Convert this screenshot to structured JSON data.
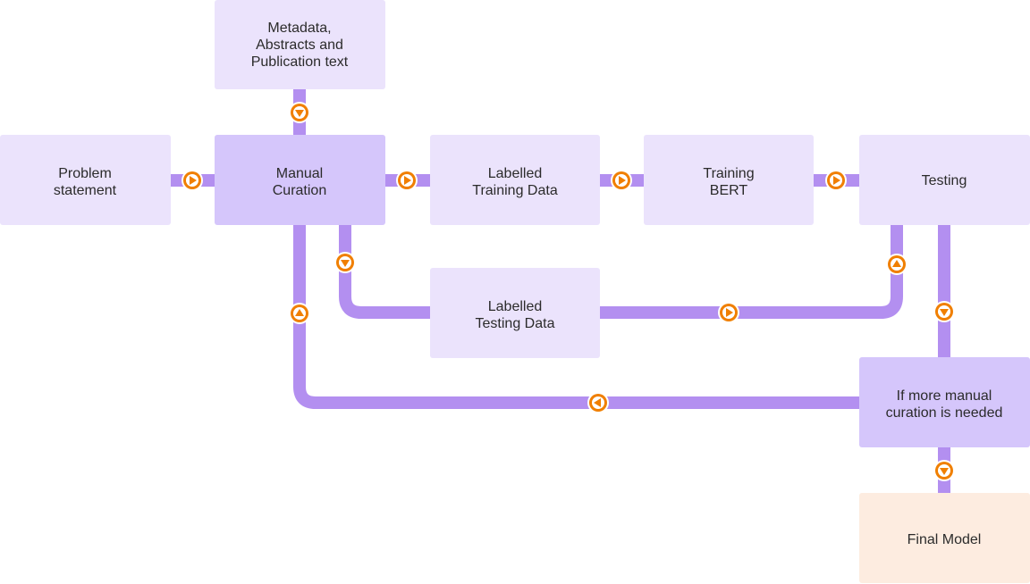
{
  "colors": {
    "connector": "#b38ff0",
    "box_light": "#ebe3fc",
    "box_medium": "#d5c6fb",
    "box_final": "#fdece0",
    "arrow_fill": "#f07f00",
    "arrow_ring": "#ffffff",
    "text": "#2b2b2b"
  },
  "nodes": {
    "metadata": {
      "lines": [
        "Metadata,",
        "Abstracts and",
        "Publication text"
      ]
    },
    "problem": {
      "lines": [
        "Problem",
        "statement"
      ]
    },
    "manual_curation": {
      "lines": [
        "Manual",
        "Curation"
      ]
    },
    "labelled_training": {
      "lines": [
        "Labelled",
        "Training Data"
      ]
    },
    "training_bert": {
      "lines": [
        "Training",
        "BERT"
      ]
    },
    "testing": {
      "lines": [
        "Testing"
      ]
    },
    "labelled_testing": {
      "lines": [
        "Labelled",
        "Testing Data"
      ]
    },
    "more_curation": {
      "lines": [
        "If more manual",
        "curation is needed"
      ]
    },
    "final_model": {
      "lines": [
        "Final Model"
      ]
    }
  },
  "arrow_icons": [
    {
      "name": "arrow-down-metadata-icon",
      "direction": "down"
    },
    {
      "name": "arrow-right-problem-icon",
      "direction": "right"
    },
    {
      "name": "arrow-right-curation-icon",
      "direction": "right"
    },
    {
      "name": "arrow-right-training-data-icon",
      "direction": "right"
    },
    {
      "name": "arrow-right-bert-icon",
      "direction": "right"
    },
    {
      "name": "arrow-down-curation-testing-icon",
      "direction": "down"
    },
    {
      "name": "arrow-right-testing-data-icon",
      "direction": "right"
    },
    {
      "name": "arrow-up-testing-icon",
      "direction": "up"
    },
    {
      "name": "arrow-down-testing-icon",
      "direction": "down"
    },
    {
      "name": "arrow-left-loop-icon",
      "direction": "left"
    },
    {
      "name": "arrow-up-loop-icon",
      "direction": "up"
    },
    {
      "name": "arrow-down-final-icon",
      "direction": "down"
    }
  ]
}
